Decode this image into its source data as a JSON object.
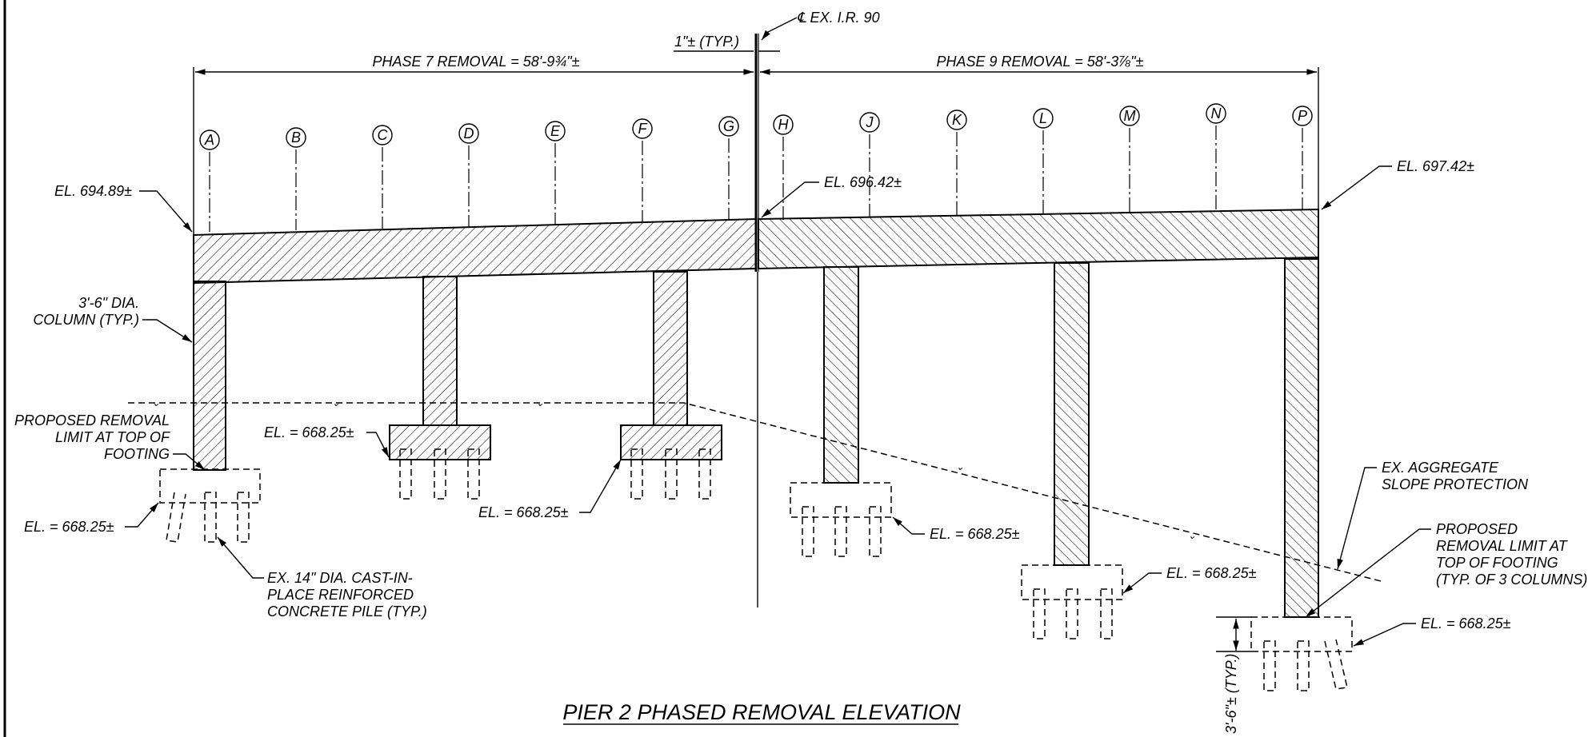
{
  "title": "PIER 2 PHASED REMOVAL ELEVATION",
  "centerline_label": "℄ EX. I.R. 90",
  "gap_label": "1\"± (TYP.)",
  "phases": [
    {
      "label": "PHASE 7 REMOVAL = 58'-9¾\"±"
    },
    {
      "label": "PHASE 9 REMOVAL = 58'-3⅞\"±"
    }
  ],
  "grid_labels": [
    "A",
    "B",
    "C",
    "D",
    "E",
    "F",
    "G",
    "H",
    "J",
    "K",
    "L",
    "M",
    "N",
    "P"
  ],
  "elevations": {
    "left_cap": "EL. 694.89±",
    "center_cap": "EL. 696.42±",
    "right_cap": "EL. 697.42±",
    "footing": "EL. = 668.25±"
  },
  "notes": {
    "column_line1": "3'-6\" DIA.",
    "column_line2": "COLUMN (TYP.)",
    "removal_limit_left": [
      "PROPOSED REMOVAL",
      "LIMIT AT TOP OF",
      "FOOTING"
    ],
    "pile": [
      "EX. 14\" DIA. CAST-IN-",
      "PLACE REINFORCED",
      "CONCRETE PILE (TYP.)"
    ],
    "slope_protection": [
      "EX. AGGREGATE",
      "SLOPE PROTECTION"
    ],
    "removal_limit_right": [
      "PROPOSED",
      "REMOVAL LIMIT AT",
      "TOP OF FOOTING",
      "(TYP. OF 3 COLUMNS)"
    ],
    "dimension_vertical": "3'-6\"± (TYP.)"
  }
}
